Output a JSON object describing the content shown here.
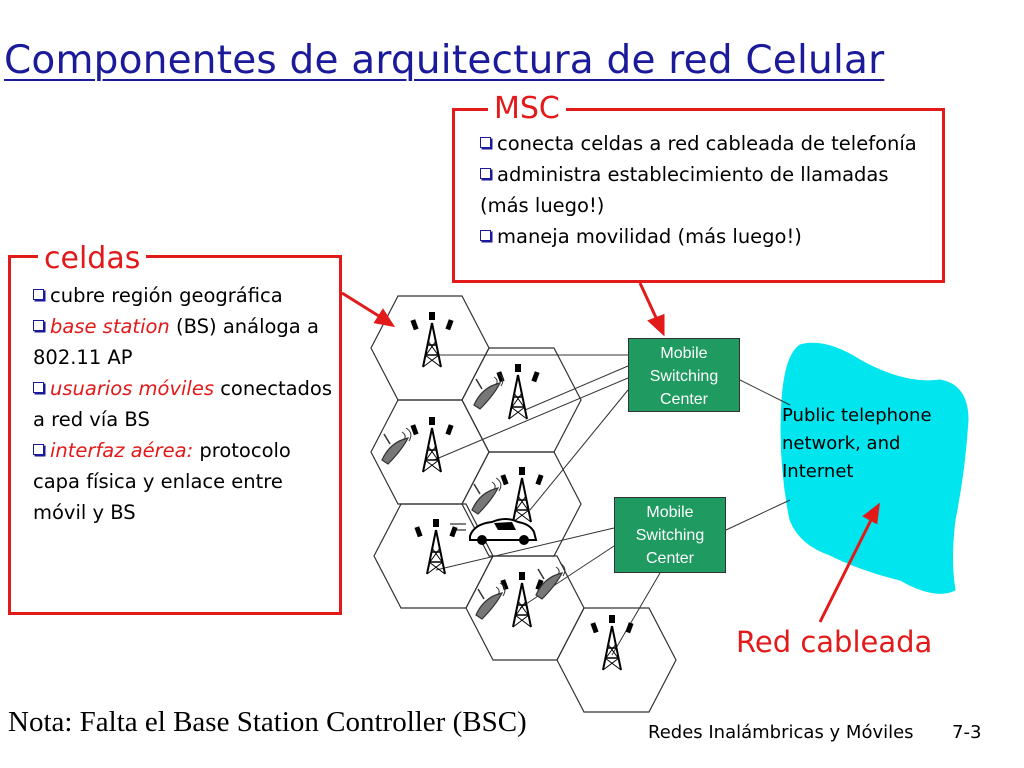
{
  "title": "Componentes de arquitectura de red Celular",
  "msc_box": {
    "title": "MSC",
    "bullets": [
      "conecta celdas a red cableada de telefonía",
      "administra establecimiento de llamadas (más luego!)",
      "maneja movilidad (más luego!)"
    ]
  },
  "cells_box": {
    "title": "celdas",
    "b1": "cubre región geográfica",
    "b2_em": "base station",
    "b2_rest": " (BS) análoga a 802.11 AP",
    "b3_em": "usuarios móviles",
    "b3_rest": " conectados a red vía BS",
    "b4_em": "interfaz aérea:",
    "b4_rest": " protocolo capa física y enlace entre móvil y BS"
  },
  "diagram": {
    "msc_node_1": "Mobile Switching Center",
    "msc_node_2": "Mobile Switching Center",
    "network_label": "Public telephone network, and Internet",
    "wired_label": "Red cableada",
    "colors": {
      "msc_fill": "#1f9a60",
      "cloud_fill": "#00e5ee",
      "accent_red": "#e21a1a",
      "title_blue": "#1a1a9a"
    },
    "icons": [
      "antenna-tower-icon",
      "cell-phone-icon",
      "car-icon"
    ]
  },
  "note": "Nota: Falta el Base Station Controller (BSC)",
  "footer": {
    "course": "Redes Inalámbricas y Móviles",
    "page": "7-3"
  }
}
